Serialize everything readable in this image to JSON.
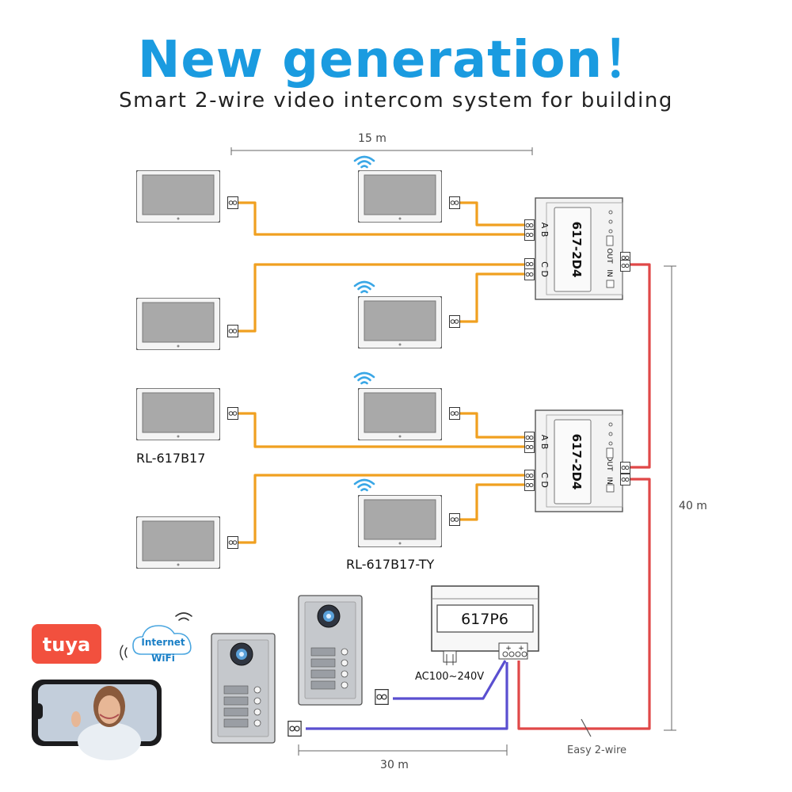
{
  "header": {
    "title": "New generation！",
    "subtitle": "Smart 2-wire video intercom system for building"
  },
  "dimensions": {
    "top_span": "15 m",
    "right_span": "40 m",
    "bottom_span": "30 m"
  },
  "distributors": [
    {
      "model": "617-2D4",
      "ports_left_top": "A B",
      "ports_left_bottom": "C D",
      "in_label": "IN",
      "out_label": "OUT"
    },
    {
      "model": "617-2D4",
      "ports_left_top": "A B",
      "ports_left_bottom": "C D",
      "in_label": "IN",
      "out_label": "OUT"
    }
  ],
  "monitor_labels": {
    "standard": "RL-617B17",
    "wifi": "RL-617B17-TY"
  },
  "power_supply": {
    "model": "617P6",
    "input_label": "AC100~240V"
  },
  "wire_label": "Easy 2-wire",
  "app": {
    "brand": "tuya",
    "cloud_line1": "Internet",
    "cloud_line2": "WiFi"
  },
  "colors": {
    "title_blue": "#1a9be0",
    "monitor_wire": "#f0a020",
    "bus_wire": "#e04848",
    "door_wire": "#5a4fd0",
    "tuya_red": "#f2503e"
  }
}
